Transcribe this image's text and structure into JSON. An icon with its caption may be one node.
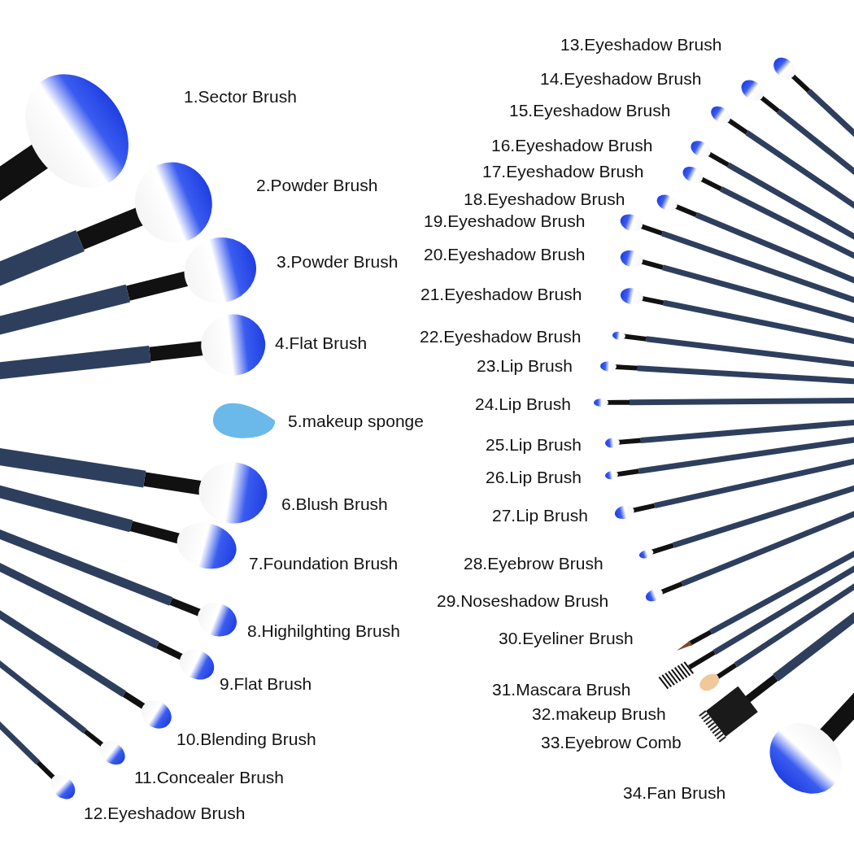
{
  "diagram": {
    "labels": [
      "1.Sector Brush",
      "2.Powder Brush",
      "3.Powder Brush",
      "4.Flat Brush",
      "5.makeup sponge",
      "6.Blush Brush",
      "7.Foundation Brush",
      "8.Highilghting Brush",
      "9.Flat Brush",
      "10.Blending Brush",
      "11.Concealer Brush",
      "12.Eyeshadow Brush",
      "13.Eyeshadow Brush",
      "14.Eyeshadow Brush",
      "15.Eyeshadow Brush",
      "16.Eyeshadow Brush",
      "17.Eyeshadow Brush",
      "18.Eyeshadow Brush",
      "19.Eyeshadow Brush",
      "20.Eyeshadow Brush",
      "21.Eyeshadow Brush",
      "22.Eyeshadow Brush",
      "23.Lip Brush",
      "24.Lip Brush",
      "25.Lip Brush",
      "26.Lip Brush",
      "27.Lip Brush",
      "28.Eyebrow Brush",
      "29.Noseshadow Brush",
      "30.Eyeliner Brush",
      "31.Mascara Brush",
      "32.makeup Brush",
      "33.Eyebrow Comb",
      "34.Fan Brush"
    ]
  }
}
